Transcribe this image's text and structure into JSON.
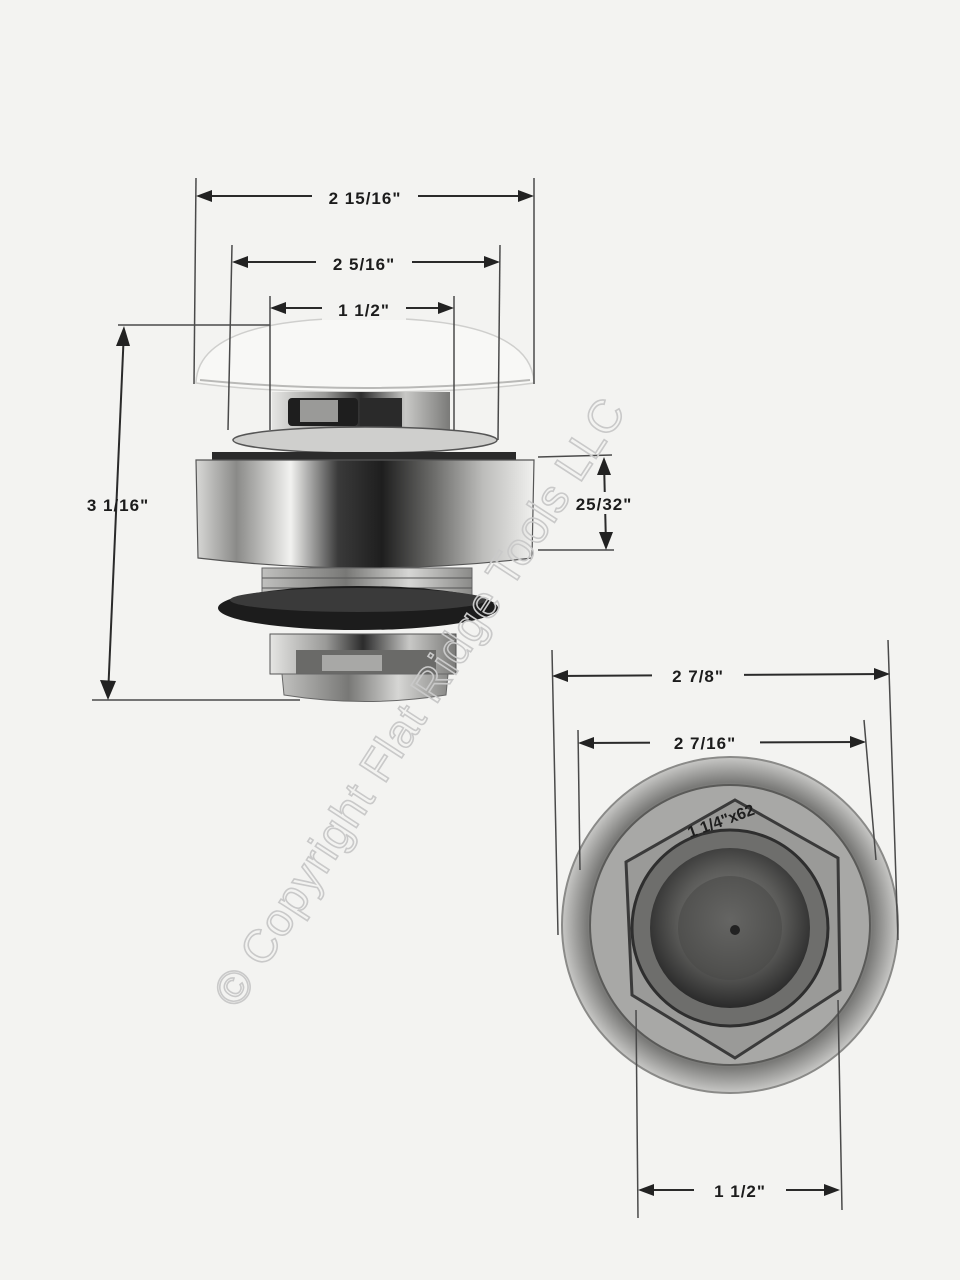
{
  "dimensions": {
    "top_outer_width": "2 15/16\"",
    "top_mid_width": "2 5/16\"",
    "top_inner_width": "1 1/2\"",
    "overall_height": "3 1/16\"",
    "flange_height": "25/32\"",
    "bottom_outer_width": "2 7/8\"",
    "bottom_mid_width": "2 7/16\"",
    "bottom_thread_width": "1 1/2\""
  },
  "thread_marking": "1 1/4\"x62",
  "watermark": "© Copyright Flat Ridge Tools LLC",
  "colors": {
    "background": "#f3f3f1",
    "chrome_dark": "#2b2b2b",
    "chrome_light": "#e8e8e6",
    "cap_white": "#f7f7f5",
    "line": "#2a2a2a"
  }
}
